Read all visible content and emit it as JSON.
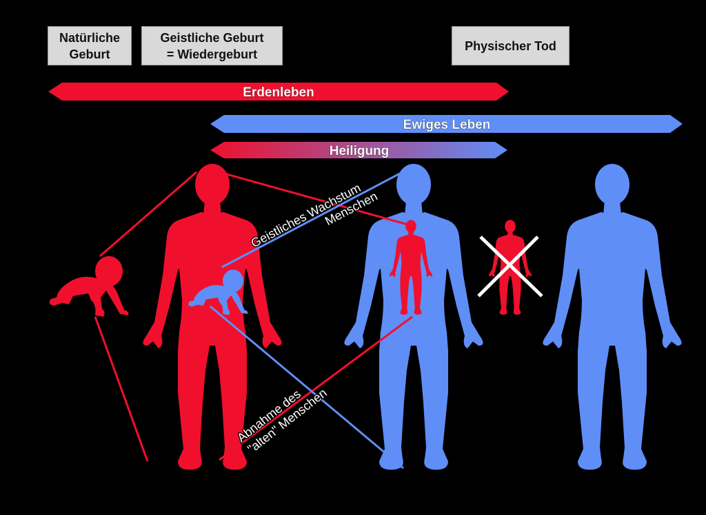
{
  "labels": {
    "natural_birth": [
      "Natürliche",
      "Geburt"
    ],
    "spiritual_birth": [
      "Geistliche Geburt",
      "= Wiedergeburt"
    ],
    "physical_death": "Physischer Tod"
  },
  "bands": {
    "earth_life": "Erdenleben",
    "eternal_life": "Ewiges Leben",
    "sanctification": "Heiligung"
  },
  "annotations": {
    "growth_line1": "Geistliches Wachstum",
    "growth_line2": "Menschen",
    "decline_line1": "Abnahme des",
    "decline_line2": "\"alten\" Menschen"
  },
  "colors": {
    "red": "#f0102e",
    "blue": "#5f8ef7",
    "box": "#d9d9d9",
    "background": "#000000",
    "cross": "#ffffff"
  },
  "icons": {
    "baby_red": "crawling-baby-icon",
    "baby_blue": "crawling-baby-icon",
    "adult_red": "human-figure-icon",
    "adult_blue": "human-figure-icon",
    "small_red": "human-figure-icon",
    "crossed_out": "x-mark-icon"
  }
}
